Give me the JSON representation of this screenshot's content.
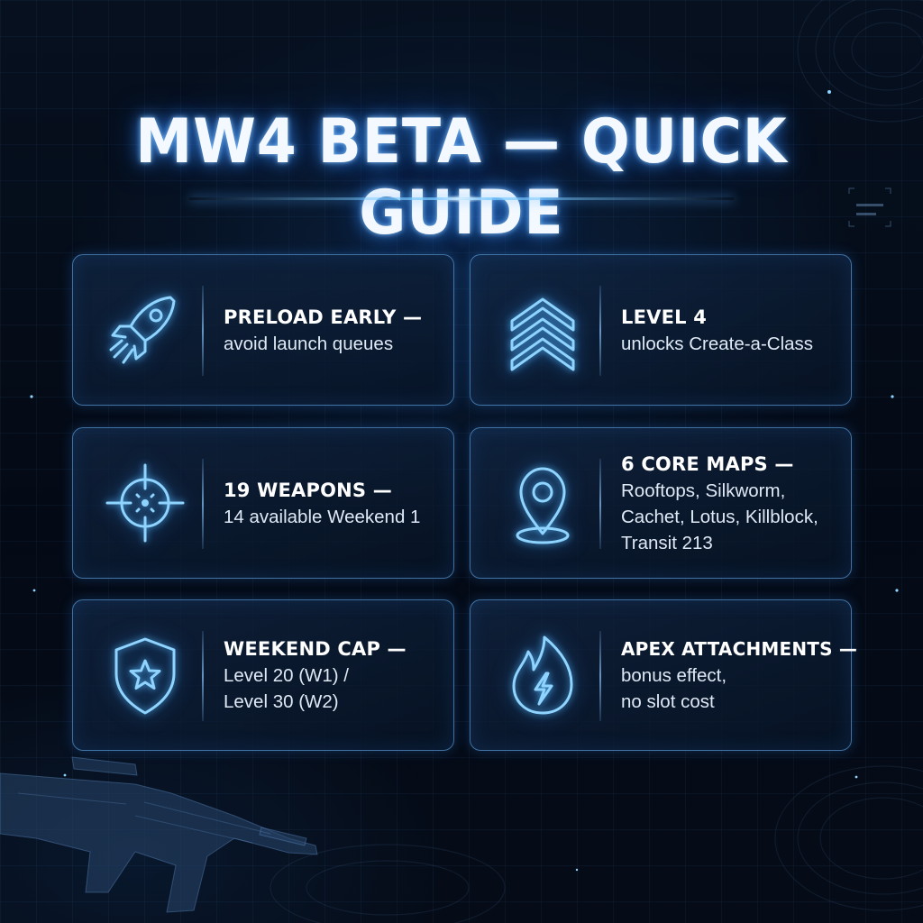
{
  "title": "MW4 BETA — QUICK GUIDE",
  "colors": {
    "background": "#050b16",
    "accent": "#5ab4ff",
    "icon_stroke": "#8fd3ff",
    "card_border": "#6eb9ff",
    "text": "#ffffff"
  },
  "cards": [
    {
      "icon": "rocket-icon",
      "heading": "PRELOAD EARLY —",
      "body": "avoid launch queues"
    },
    {
      "icon": "chevrons-up-icon",
      "heading": "LEVEL 4",
      "body": "unlocks Create-a-Class"
    },
    {
      "icon": "crosshair-icon",
      "heading": "19 WEAPONS —",
      "body": "14 available Weekend 1"
    },
    {
      "icon": "map-pin-icon",
      "heading": "6 CORE MAPS —",
      "body": "Rooftops, Silkworm,\nCachet, Lotus, Killblock,\nTransit 213"
    },
    {
      "icon": "shield-star-icon",
      "heading": "WEEKEND CAP —",
      "body": "Level 20 (W1) /\nLevel 30 (W2)"
    },
    {
      "icon": "flame-bolt-icon",
      "heading": "APEX ATTACHMENTS —",
      "body": "bonus effect,\nno slot cost"
    }
  ]
}
